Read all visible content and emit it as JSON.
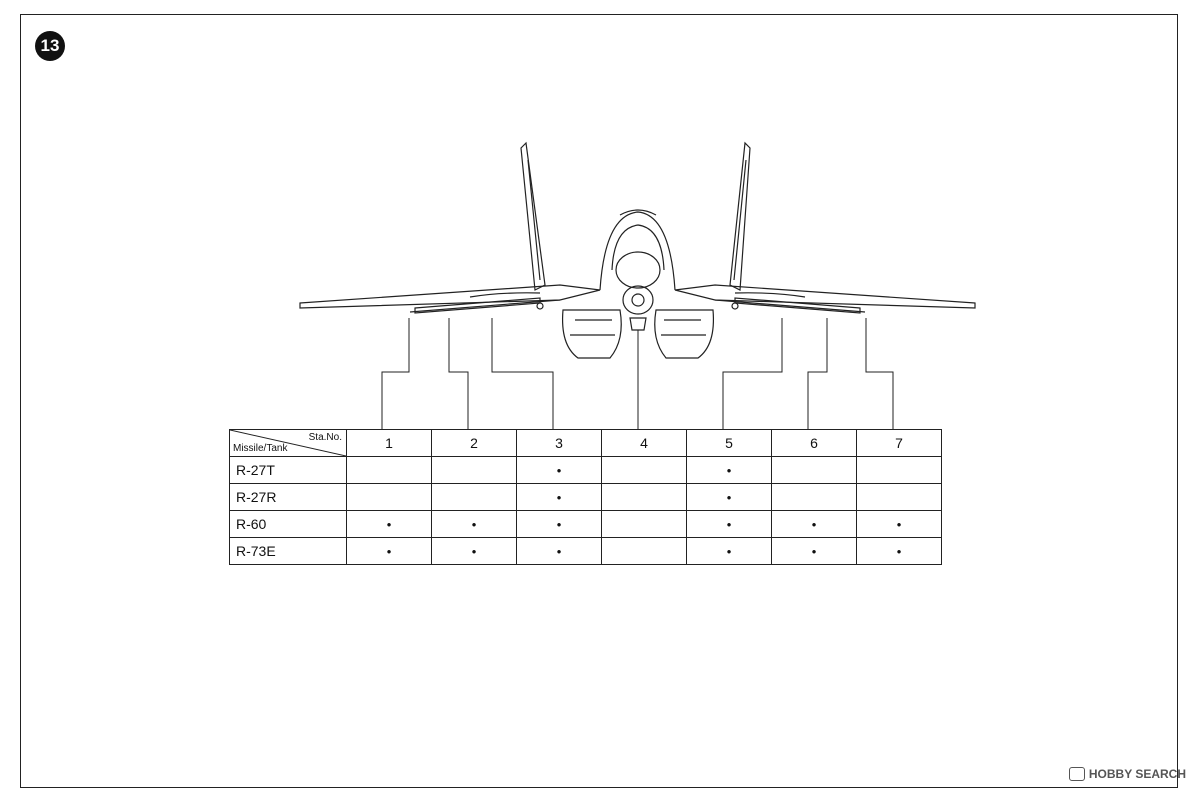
{
  "step_number": "13",
  "table": {
    "header_top": "Sta.No.",
    "header_bottom": "Missile/Tank",
    "stations": [
      "1",
      "2",
      "3",
      "4",
      "5",
      "6",
      "7"
    ],
    "rows": [
      {
        "label": "R-27T",
        "marks": [
          "",
          "",
          "•",
          "",
          "•",
          "",
          ""
        ]
      },
      {
        "label": "R-27R",
        "marks": [
          "",
          "",
          "•",
          "",
          "•",
          "",
          ""
        ]
      },
      {
        "label": "R-60",
        "marks": [
          "•",
          "•",
          "•",
          "",
          "•",
          "•",
          "•"
        ]
      },
      {
        "label": "R-73E",
        "marks": [
          "•",
          "•",
          "•",
          "",
          "•",
          "•",
          "•"
        ]
      }
    ]
  },
  "watermark": "HOBBY SEARCH",
  "icons": {
    "aircraft": "mig-29-front-view-icon",
    "watermark": "hobby-search-logo-icon"
  }
}
